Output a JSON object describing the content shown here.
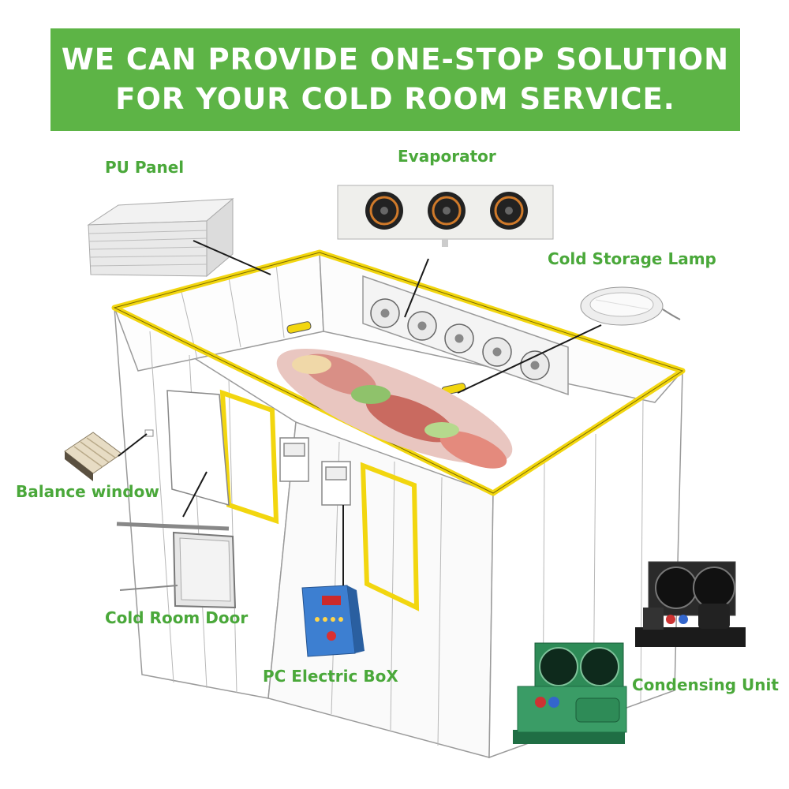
{
  "banner": {
    "line1": "WE CAN PROVIDE ONE-STOP SOLUTION",
    "line2": "FOR YOUR COLD ROOM SERVICE.",
    "color": "#5db446"
  },
  "labels": {
    "pu_panel": "PU Panel",
    "evaporator": "Evaporator",
    "cold_storage_lamp": "Cold Storage Lamp",
    "balance_window": "Balance window",
    "cold_room_door": "Cold Room Door",
    "pc_electric_box": "PC Electric BoX",
    "condensing_unit": "Condensing Unit"
  },
  "colors": {
    "label_green": "#4aa83a",
    "outline_yellow": "#f2d60f",
    "unit_green": "#2e8b57"
  }
}
